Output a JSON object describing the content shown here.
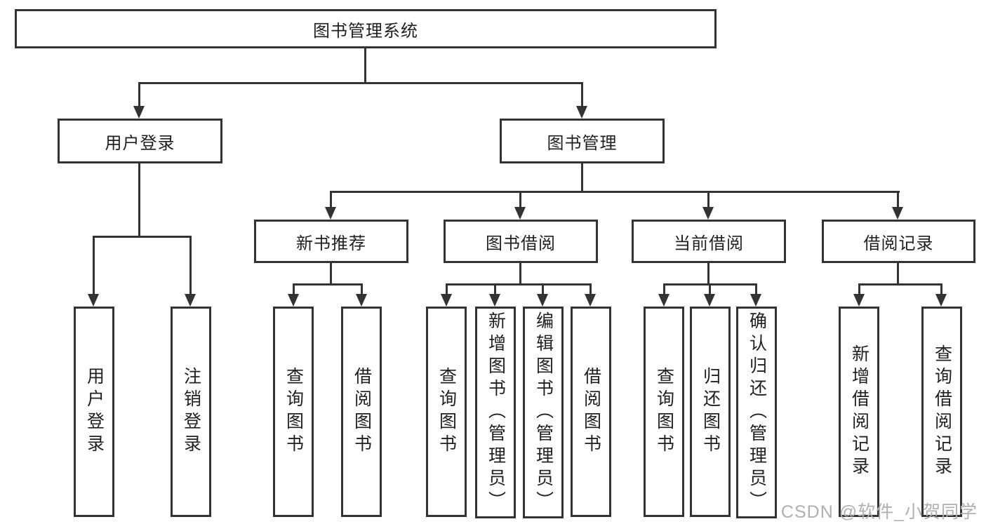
{
  "tree": {
    "root": {
      "label": "图书管理系统",
      "children": [
        {
          "label": "用户登录",
          "children": [
            {
              "label": "用户登录"
            },
            {
              "label": "注销登录"
            }
          ]
        },
        {
          "label": "图书管理",
          "children": [
            {
              "label": "新书推荐",
              "children": [
                {
                  "label": "查询图书"
                },
                {
                  "label": "借阅图书"
                }
              ]
            },
            {
              "label": "图书借阅",
              "children": [
                {
                  "label": "查询图书"
                },
                {
                  "label": "新增图书（管理员）"
                },
                {
                  "label": "编辑图书（管理员）"
                },
                {
                  "label": "借阅图书"
                }
              ]
            },
            {
              "label": "当前借阅",
              "children": [
                {
                  "label": "查询图书"
                },
                {
                  "label": "归还图书"
                },
                {
                  "label": "确认归还（管理员）"
                }
              ]
            },
            {
              "label": "借阅记录",
              "children": [
                {
                  "label": "新增借阅记录"
                },
                {
                  "label": "查询借阅记录"
                }
              ]
            }
          ]
        }
      ]
    }
  },
  "watermark": "CSDN @软件_小贺同学",
  "colors": {
    "line": "#333333",
    "text": "#1f1f1f",
    "watermark": "#b0b0b0",
    "background": "#ffffff"
  }
}
